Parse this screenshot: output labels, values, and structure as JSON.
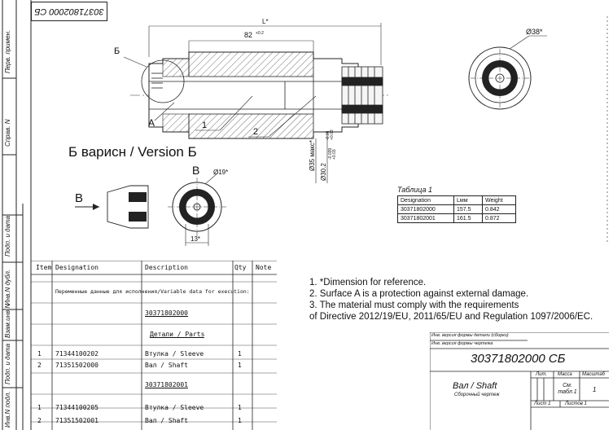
{
  "doc_number_rotated": "30371802000 СБ",
  "side_labels": [
    "Перв. примен.",
    "Справ. N",
    "Подп. и дата",
    "Инв.N дубл.",
    "Взам.инв.N",
    "Подп. и дата",
    "Инв.N подл."
  ],
  "drawing": {
    "dim_L": "L*",
    "dim_82": "82",
    "dim_82_tol": "+0.2",
    "label_B_top": "Б",
    "label_A": "A",
    "label_1": "1",
    "label_2": "2",
    "dim_dia35": "Ø35 макс*",
    "dim_dia30": "Ø30.2",
    "dim_dia30_tol_a": "-0.039",
    "dim_dia30_tol_b": "+0.03",
    "dim_dia30_tol_c": "-0.06",
    "dim_dia30_tol_d": "+0.03",
    "circle_dia": "Ø38*",
    "version_title": "Б варисн / Version Б",
    "view_B_label": "В",
    "view_arrow_label": "В",
    "small_circle_dia": "Ø19*",
    "dim_13": "13*"
  },
  "table1": {
    "caption": "Таблица 1",
    "headers": [
      "Designation",
      "Lмм",
      "Weight"
    ],
    "rows": [
      [
        "30371802000",
        "157.5",
        "0.842"
      ],
      [
        "30371802001",
        "161.5",
        "0.872"
      ]
    ]
  },
  "spec_table": {
    "headers": [
      "Item",
      "Designation",
      "Description",
      "Qty",
      "Note"
    ],
    "variable_data": "Переменные данные для исполнения/Variable data for execution:",
    "group1": "30371802000",
    "parts_heading": "Детали / Parts",
    "group1_rows": [
      [
        "1",
        "71344100202",
        "Втулка / Sleeve",
        "1"
      ],
      [
        "2",
        "71351502000",
        "Вал / Shaft",
        "1"
      ]
    ],
    "group2": "30371802001",
    "group2_rows": [
      [
        "1",
        "71344100205",
        "Втулка / Sleeve",
        "1"
      ],
      [
        "2",
        "71351502001",
        "Вал / Shaft",
        "1"
      ]
    ]
  },
  "notes": [
    "1. *Dimension for reference.",
    "2. Surface A is a protection against external damage.",
    "3. The material must comply with the requirements",
    "of Directive 2012/19/EU, 2011/65/EU and Regulation 1097/2006/EC."
  ],
  "title_block": {
    "small_line1": "Инв. версия формы детали (сборки)",
    "small_line2": "Инв. версия формы чертежа",
    "number": "30371802000 СБ",
    "name": "Вал / Shaft",
    "subname": "Сборочный чертеж",
    "lit": "Лит.",
    "mass": "Масса",
    "scale": "Масштаб",
    "mass_value": "См. табл.1",
    "scale_value": "1",
    "sheet": "Лист 1",
    "sheets": "Листов 1"
  }
}
